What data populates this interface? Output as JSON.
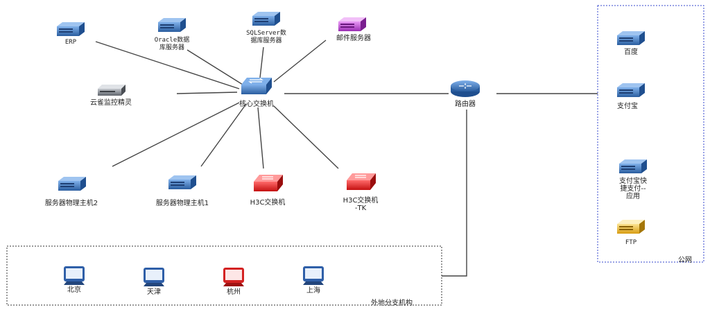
{
  "nodes": {
    "erp": {
      "label": "ERP",
      "icon": "server-icon"
    },
    "oracle": {
      "label": "Oracle数据\n库服务器",
      "icon": "server-icon"
    },
    "sqlserver": {
      "label": "SQLServer数\n据库服务器",
      "icon": "server-icon"
    },
    "mail": {
      "label": "邮件服务器",
      "icon": "server-icon"
    },
    "monitor": {
      "label": "云雀监控精灵",
      "icon": "appliance-icon"
    },
    "core_switch": {
      "label": "核心交换机",
      "icon": "switch-icon"
    },
    "router": {
      "label": "路由器",
      "icon": "router-icon"
    },
    "host2": {
      "label": "服务器物理主机2",
      "icon": "server-icon"
    },
    "host1": {
      "label": "服务器物理主机1",
      "icon": "server-icon"
    },
    "h3c_switch": {
      "label": "H3C交换机",
      "icon": "switch-icon"
    },
    "h3c_switch_tk": {
      "label": "H3C交换机\n-TK",
      "icon": "switch-icon"
    },
    "baidu": {
      "label": "百度",
      "icon": "server-icon"
    },
    "alipay": {
      "label": "支付宝",
      "icon": "server-icon"
    },
    "alipay_quick": {
      "label": "支付宝快\n捷支付--\n应用",
      "icon": "server-icon"
    },
    "ftp": {
      "label": "FTP",
      "icon": "server-icon"
    },
    "beijing": {
      "label": "北京",
      "icon": "monitor-icon"
    },
    "tianjin": {
      "label": "天津",
      "icon": "monitor-icon"
    },
    "hangzhou": {
      "label": "杭州",
      "icon": "monitor-icon"
    },
    "shanghai": {
      "label": "上海",
      "icon": "monitor-icon"
    }
  },
  "groups": {
    "public_network": {
      "label": "公网",
      "border_color": "#3344cc"
    },
    "branches": {
      "label": "外地分支机构",
      "border_color": "#333333"
    }
  },
  "colors": {
    "server_blue": "#3b6fb6",
    "server_purple": "#b03fc7",
    "server_gray": "#7b8088",
    "server_yellow": "#e6b52c",
    "switch_blue": "#2f6db5",
    "switch_red": "#e02020",
    "monitor_red": "#d42222",
    "line": "#444444"
  }
}
